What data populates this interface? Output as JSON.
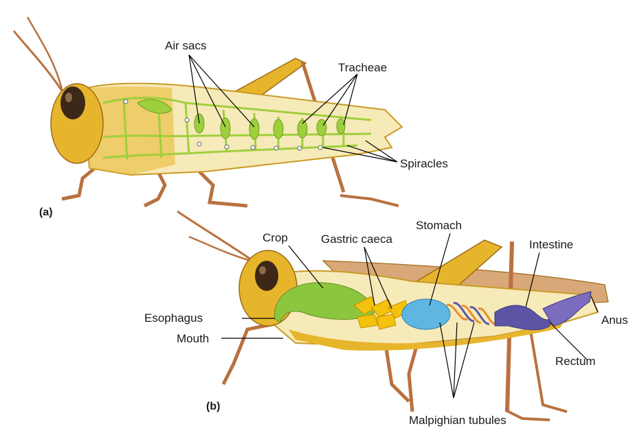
{
  "panel_a": {
    "tag": "(a)",
    "labels": {
      "air_sacs": "Air sacs",
      "tracheae": "Tracheae",
      "spiracles": "Spiracles"
    }
  },
  "panel_b": {
    "tag": "(b)",
    "labels": {
      "crop": "Crop",
      "gastric_caeca": "Gastric caeca",
      "stomach": "Stomach",
      "intestine": "Intestine",
      "esophagus": "Esophagus",
      "mouth": "Mouth",
      "anus": "Anus",
      "rectum": "Rectum",
      "malpighian_tubules": "Malpighian tubules"
    }
  },
  "colors": {
    "body_yellow": "#e7b52c",
    "body_cream": "#f6eab9",
    "leg_brown": "#b9713f",
    "trachea_green": "#b9dc6c",
    "air_sac_green": "#9fcf3d",
    "crop_green": "#8cc63f",
    "caeca_yellow": "#f4c20d",
    "stomach_blue": "#5fb6e2",
    "tubule_orange": "#e98c2f",
    "intestine_purple": "#5c55a6",
    "wing_tan": "#d9a878",
    "eye_brown": "#3d2716"
  }
}
